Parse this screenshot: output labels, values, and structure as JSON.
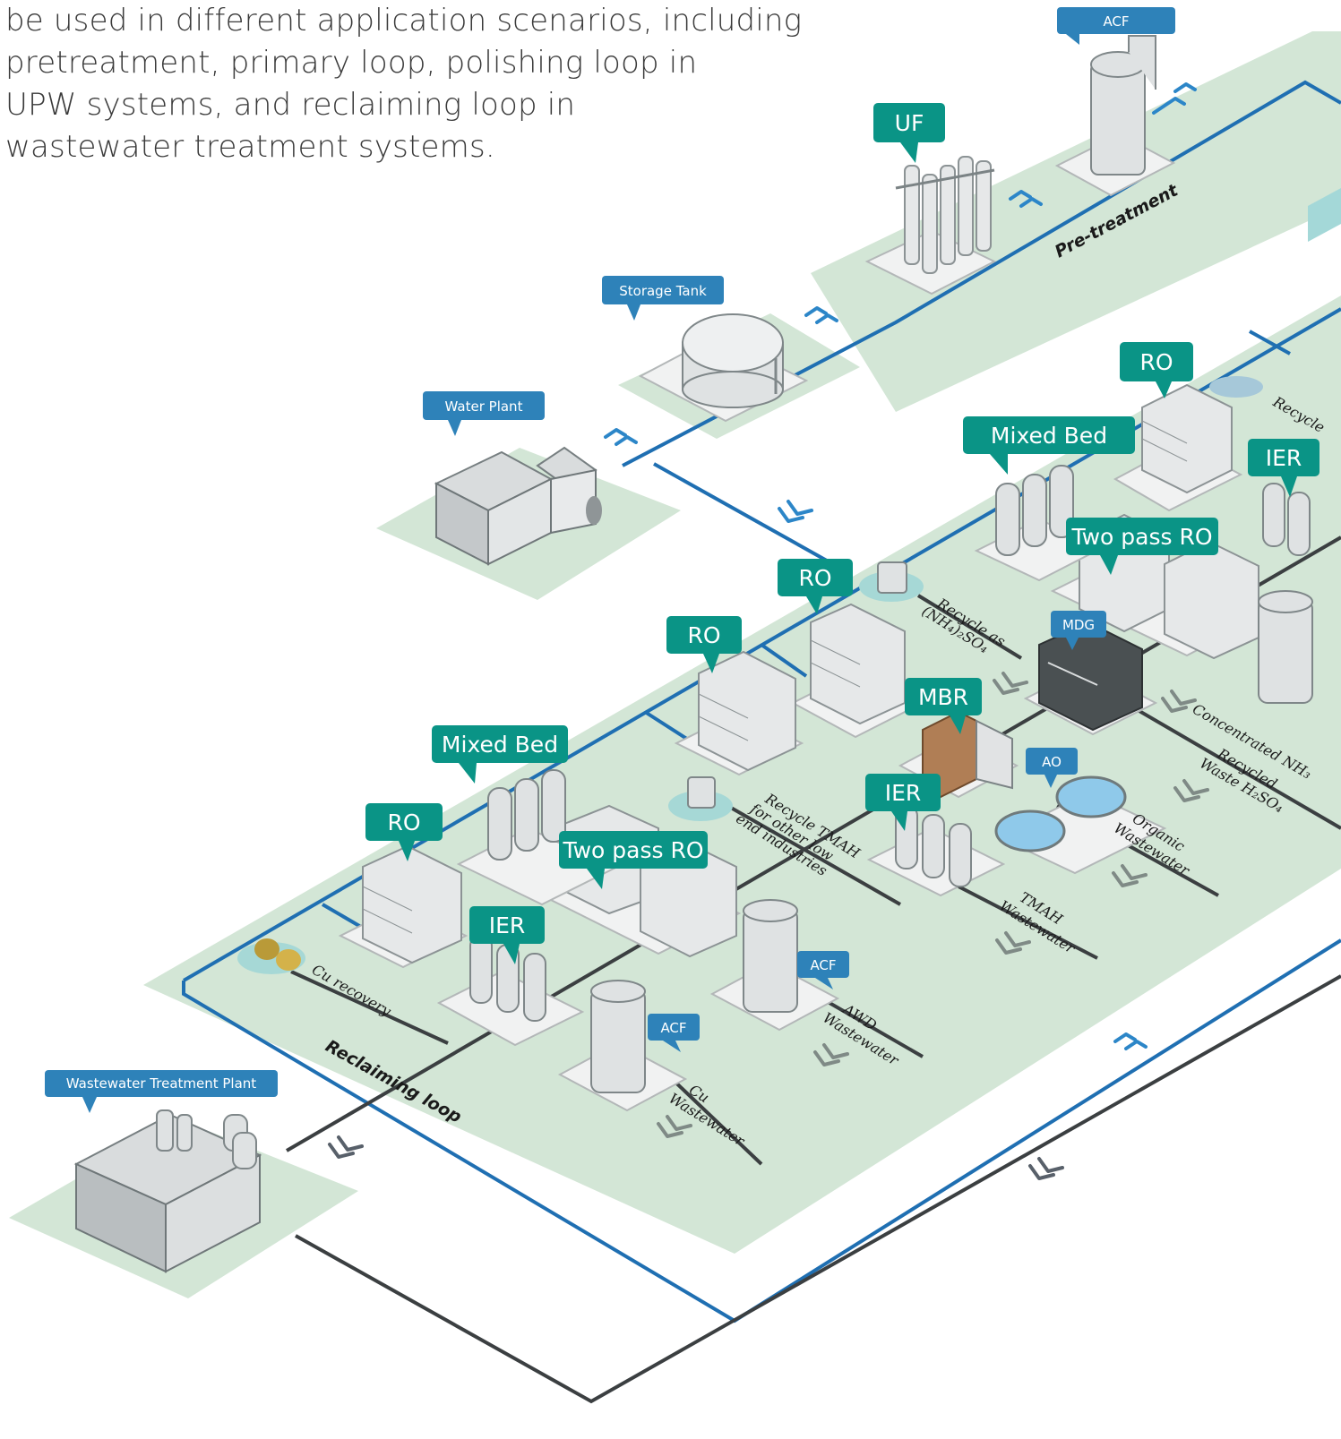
{
  "intro_lines": [
    "be used in different application scenarios, including",
    "pretreatment, primary loop, polishing loop in",
    "UPW systems, and reclaiming loop in",
    "wastewater treatment systems."
  ],
  "loops": {
    "pretreatment": "Pre-treatment",
    "reclaiming": "Reclaiming loop"
  },
  "facilities": {
    "water_plant": "Water Plant",
    "storage_tank": "Storage Tank",
    "wastewater_plant": "Wastewater Treatment Plant"
  },
  "equipment": {
    "uf": "UF",
    "acf": "ACF",
    "ro": "RO",
    "mixed_bed": "Mixed Bed",
    "two_pass_ro": "Two pass RO",
    "ier": "IER",
    "mbr": "MBR",
    "ao": "AO",
    "mdg": "MDG"
  },
  "streams": {
    "cu_recovery": "Cu recovery",
    "cu_wastewater": [
      "Cu",
      "Wastewater"
    ],
    "awd_wastewater": [
      "AWD",
      "Wastewater"
    ],
    "tmah_wastewater": [
      "TMAH",
      "Wastewater"
    ],
    "recycle_tmah": [
      "Recycle TMAH",
      "for other low",
      "end industries"
    ],
    "organic_wastewater": [
      "Organic",
      "Wastewater"
    ],
    "recycle_nh4": [
      "Recycle as",
      "(NH₄)₂SO₄"
    ],
    "concentrated_nh": "Concentrated NH₃",
    "recycled_waste": [
      "Recycled",
      "Waste H₂SO₄"
    ],
    "recycle_partial": "Recycle"
  },
  "colors": {
    "zone": "#d3e6d6",
    "pipe_blue": "#1f6fb2",
    "pipe_dark": "#3b3f41",
    "callout_teal": "#0a9486",
    "callout_blue": "#2e82b9"
  },
  "icons": [
    "water-plant-building-icon",
    "storage-tank-icon",
    "uf-skid-icon",
    "acf-vessel-icon",
    "ro-rack-icon",
    "mixed-bed-vessels-icon",
    "ier-vessels-icon",
    "mbr-block-icon",
    "ao-basin-icon",
    "mdg-module-icon",
    "wastewater-plant-building-icon",
    "flow-chevron-icon"
  ]
}
